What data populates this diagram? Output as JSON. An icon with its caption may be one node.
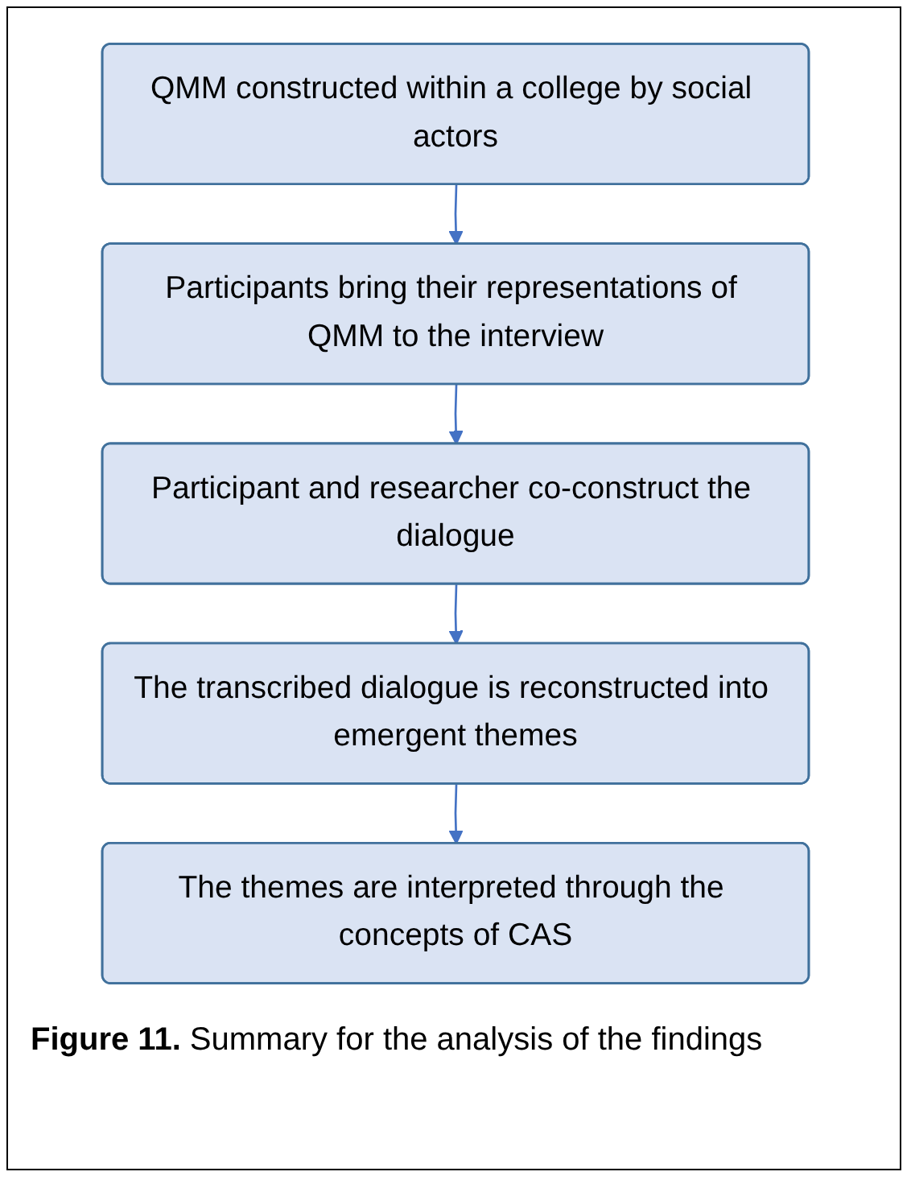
{
  "diagram": {
    "caption": "**Figure 11.** Summary for the analysis of the findings",
    "nodes": [
      {
        "text": [
          "QMM constructed within a college by social actors"
        ]
      },
      {
        "text": [
          "Participants bring their representations of QMM to the interview"
        ]
      },
      {
        "text": [
          "Participant and researcher co-construct the dialogue"
        ]
      },
      {
        "text": [
          "The transcribed dialogue is reconstructed into emergent themes"
        ]
      },
      {
        "text": [
          "The themes are interpreted through the concepts of CAS"
        ]
      }
    ],
    "edges": [
      {
        "from": 0,
        "to": 1,
        "arrow": "to"
      },
      {
        "from": 1,
        "to": 2,
        "arrow": "to"
      },
      {
        "from": 2,
        "to": 3,
        "arrow": "to"
      },
      {
        "from": 3,
        "to": 4,
        "arrow": "to"
      }
    ]
  }
}
